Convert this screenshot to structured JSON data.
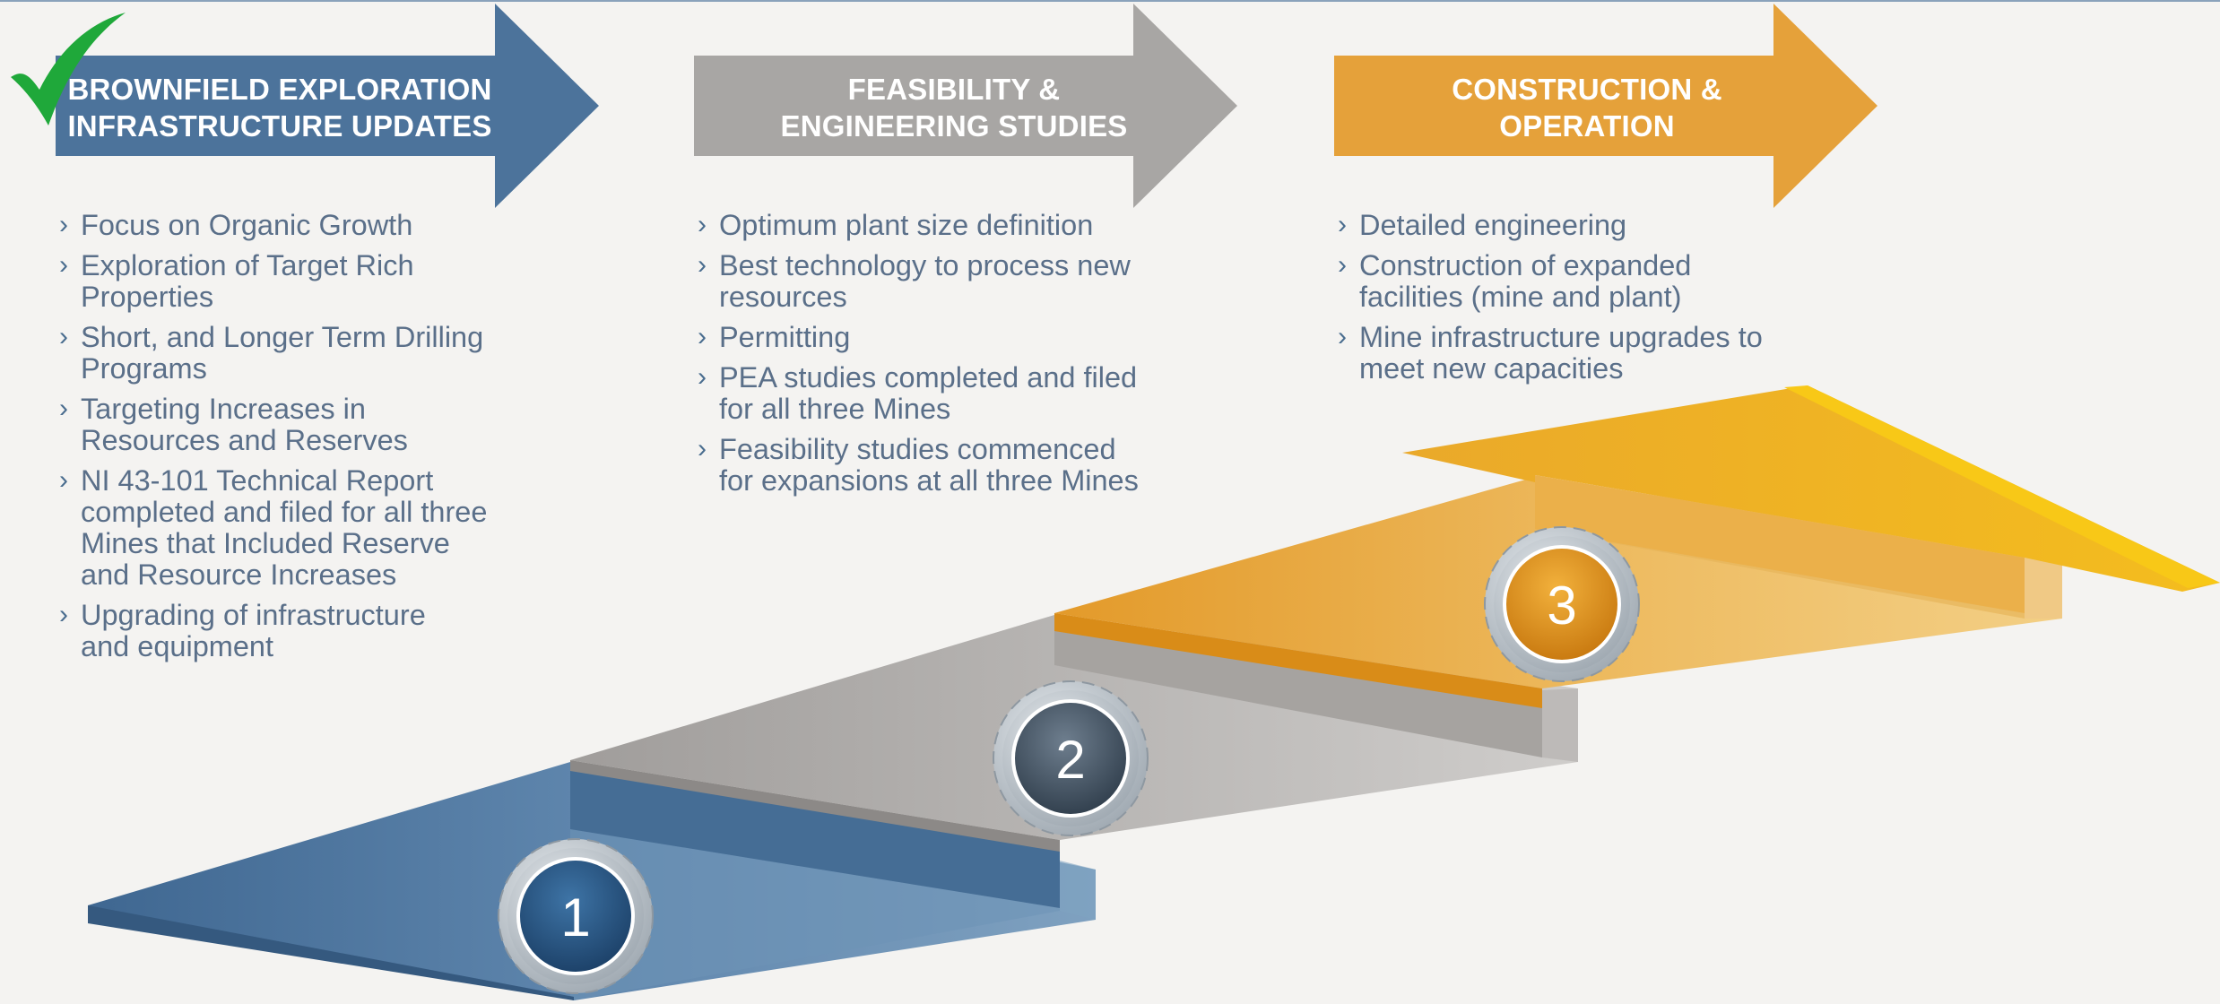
{
  "stages": [
    {
      "number": "1",
      "title_lines": [
        "BROWNFIELD EXPLORATION",
        "INFRASTRUCTURE UPDATES"
      ],
      "completed": true,
      "color": "#4c739b",
      "bullets": [
        [
          "Focus on Organic Growth"
        ],
        [
          "Exploration of Target Rich",
          "Properties"
        ],
        [
          "Short, and Longer Term Drilling",
          "Programs"
        ],
        [
          "Targeting Increases in",
          "Resources and Reserves"
        ],
        [
          "NI 43-101 Technical Report",
          "completed and filed for all three",
          "Mines that Included Reserve",
          "and Resource Increases"
        ],
        [
          "Upgrading of infrastructure",
          "and equipment"
        ]
      ]
    },
    {
      "number": "2",
      "title_lines": [
        "FEASIBILITY &",
        "ENGINEERING STUDIES"
      ],
      "completed": false,
      "color": "#a8a6a4",
      "bullets": [
        [
          "Optimum plant size definition"
        ],
        [
          "Best technology to process new",
          "resources"
        ],
        [
          "Permitting"
        ],
        [
          "PEA studies completed and filed",
          "for all three Mines"
        ],
        [
          "Feasibility studies commenced",
          "for expansions at all three Mines"
        ]
      ]
    },
    {
      "number": "3",
      "title_lines": [
        "CONSTRUCTION &",
        "OPERATION"
      ],
      "completed": false,
      "color": "#e5a13a",
      "bullets": [
        [
          "Detailed engineering"
        ],
        [
          "Construction of expanded",
          "facilities (mine and plant)"
        ],
        [
          "Mine infrastructure upgrades to",
          "meet new capacities"
        ]
      ]
    }
  ],
  "icons": {
    "bullet": "chevron-right-icon",
    "completed": "checkmark-icon",
    "step_badge": "gear-icon"
  },
  "colors": {
    "check": "#1fa83a",
    "bullet_text": "#5a6f89",
    "step1": "#4c739b",
    "step2": "#a8a6a4",
    "step3": "#e5a13a"
  }
}
